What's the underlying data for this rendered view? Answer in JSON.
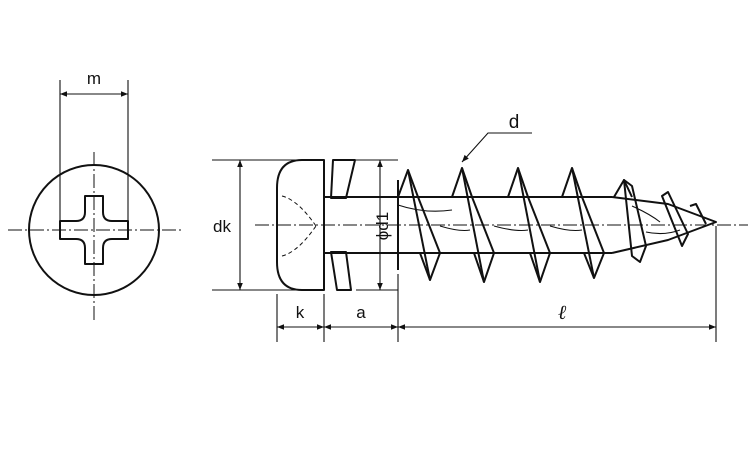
{
  "labels": {
    "m": "m",
    "dk": "dk",
    "k": "k",
    "a": "a",
    "d": "d",
    "d1": "ϕd1",
    "l": "ℓ"
  }
}
